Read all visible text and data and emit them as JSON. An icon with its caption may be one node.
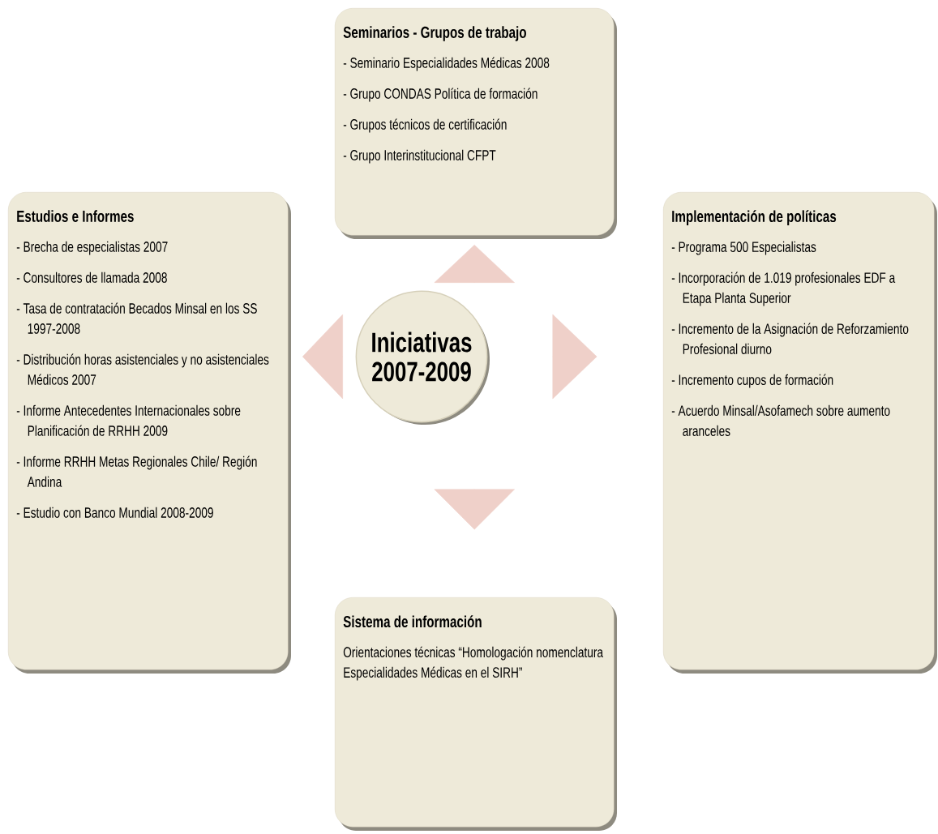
{
  "diagram": {
    "nodes": [
      {
        "text": [
          "Iniciativas 2007-2009"
        ]
      },
      {
        "text": [
          "Seminarios - Grupos de trabajo",
          "- Seminario Especialidades Médicas 2008",
          "- Grupo CONDAS Política de formación",
          "- Grupos técnicos de certificación",
          "- Grupo Interinstitucional CFPT"
        ]
      },
      {
        "text": [
          "Estudios e Informes",
          "- Brecha de especialistas 2007",
          "- Consultores de llamada 2008",
          "- Tasa de contratación Becados Minsal en los SS 1997-2008",
          "- Distribución horas asistenciales y no asistenciales Médicos 2007",
          "- Informe Antecedentes Internacionales sobre Planificación de RRHH 2009",
          "- Informe RRHH Metas Regionales Chile/ Región Andina",
          "- Estudio con Banco Mundial 2008-2009"
        ]
      },
      {
        "text": [
          "Implementación de políticas",
          "- Programa 500 Especialistas",
          "- Incorporación de 1.019 profesionales EDF a Etapa Planta Superior",
          "- Incremento de la Asignación de Reforzamiento Profesional diurno",
          "- Incremento cupos de formación",
          "- Acuerdo Minsal/Asofamech sobre aumento aranceles"
        ]
      },
      {
        "text": [
          "Sistema de información",
          "Orientaciones técnicas “Homologación nomenclatura Especialidades Médicas en el SIRH”"
        ]
      }
    ],
    "edges": [
      {
        "from": 0,
        "to": 1,
        "arrow": "to"
      },
      {
        "from": 0,
        "to": 2,
        "arrow": "to"
      },
      {
        "from": 0,
        "to": 3,
        "arrow": "to"
      },
      {
        "from": 0,
        "to": 4,
        "arrow": "to"
      }
    ]
  }
}
